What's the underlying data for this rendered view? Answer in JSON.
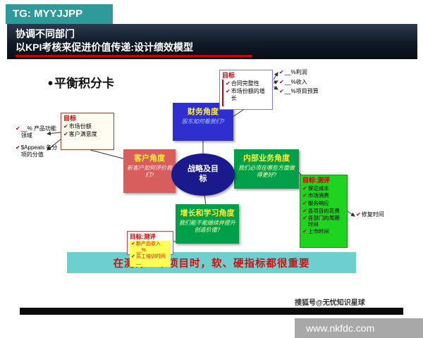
{
  "icons": {
    "check": "✔",
    "bullet": "•"
  },
  "badge": {
    "label": "TG: MYYJJPP"
  },
  "header": {
    "line1": "协调不同部门",
    "line2": "以KPI考核来促进价值传递:设计绩效模型"
  },
  "slide": {
    "title": "平衡积分卡",
    "center_label": "战略及目标",
    "financial": {
      "title": "财务角度",
      "question": "股东如何看我们?"
    },
    "customer": {
      "title": "客户角度",
      "question": "新客户如何评价我们?"
    },
    "internal": {
      "title": "内部业务角度",
      "question": "我们必须在哪些方面做得更好?"
    },
    "growth": {
      "title": "增长和学习角度",
      "question": "我们能不能继续并提升创造价值?"
    },
    "financial_goals": {
      "header": "目标",
      "items": [
        "合同完整性",
        "市场份额的增长"
      ]
    },
    "financial_measures": [
      "__%利润",
      "__%收入",
      "__%项目预算"
    ],
    "customer_goals": {
      "header": "目标",
      "items": [
        "市场份额",
        "客户满意度"
      ]
    },
    "customer_measures": [
      "__% 产品功能领域",
      "$Appeals 各分项的分值"
    ],
    "internal_goals": {
      "header": "目标:测评",
      "items": [
        "保证成本",
        "市场消费",
        "服务响应",
        "各项目的花费",
        "各部门的周期时间",
        "上市时间"
      ]
    },
    "internal_measures": [
      "修复时间"
    ],
    "growth_goals": {
      "header": "目标:测评",
      "items": [
        "新产品收入__%",
        "员工培训时间__"
      ]
    },
    "banner": "在测评一个项目时，软、硬指标都很重要"
  },
  "footer": {
    "watermark": "搜狐号@无忧知识星球",
    "url": "www.nkfdc.com"
  }
}
